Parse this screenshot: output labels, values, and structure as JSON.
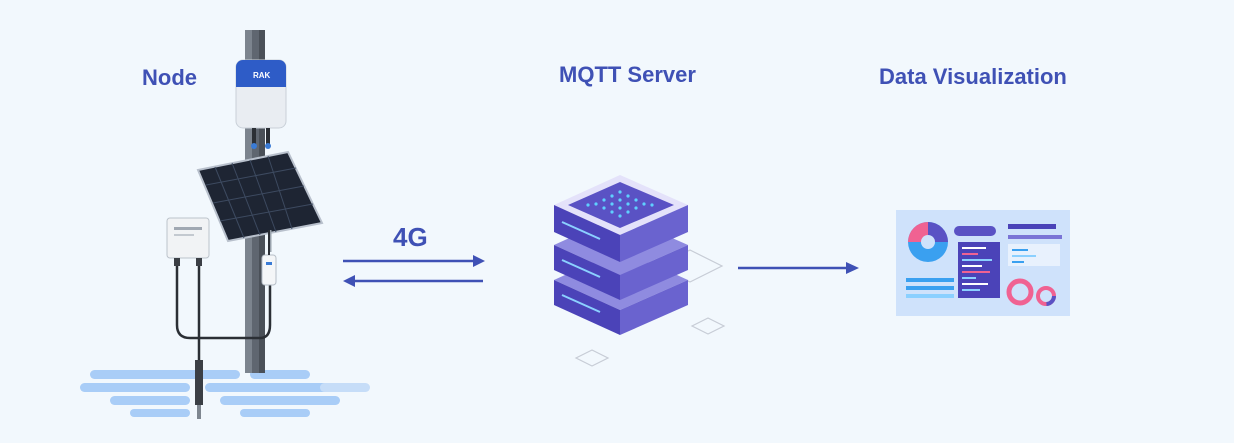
{
  "diagram": {
    "labels": {
      "node": "Node",
      "server": "MQTT Server",
      "viz": "Data Visualization",
      "link": "4G"
    },
    "device_logo": "RAK",
    "colors": {
      "accent": "#3f51b5",
      "background": "#f2f8fd",
      "server_top": "#5a52c4",
      "server_side": "#8f8be0",
      "dashboard_bg": "#cfe2fb",
      "water": "#a9cdf7"
    },
    "icons": [
      "pole-icon",
      "gateway-device-icon",
      "solar-panel-icon",
      "sensor-box-icon",
      "water-probe-icon",
      "server-stack-icon",
      "dashboard-icon"
    ]
  }
}
